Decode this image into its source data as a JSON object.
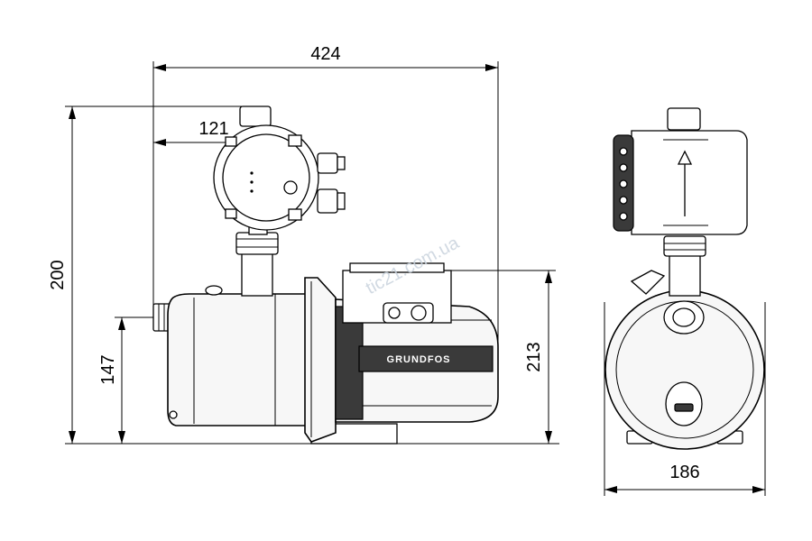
{
  "dimensions": {
    "overall_length": "424",
    "offset_top": "121",
    "overall_height": "200",
    "inlet_height": "147",
    "motor_height": "213",
    "width": "186"
  },
  "labels": {
    "brand": "GRUNDFOS",
    "watermark": "tic21.com.ua"
  }
}
